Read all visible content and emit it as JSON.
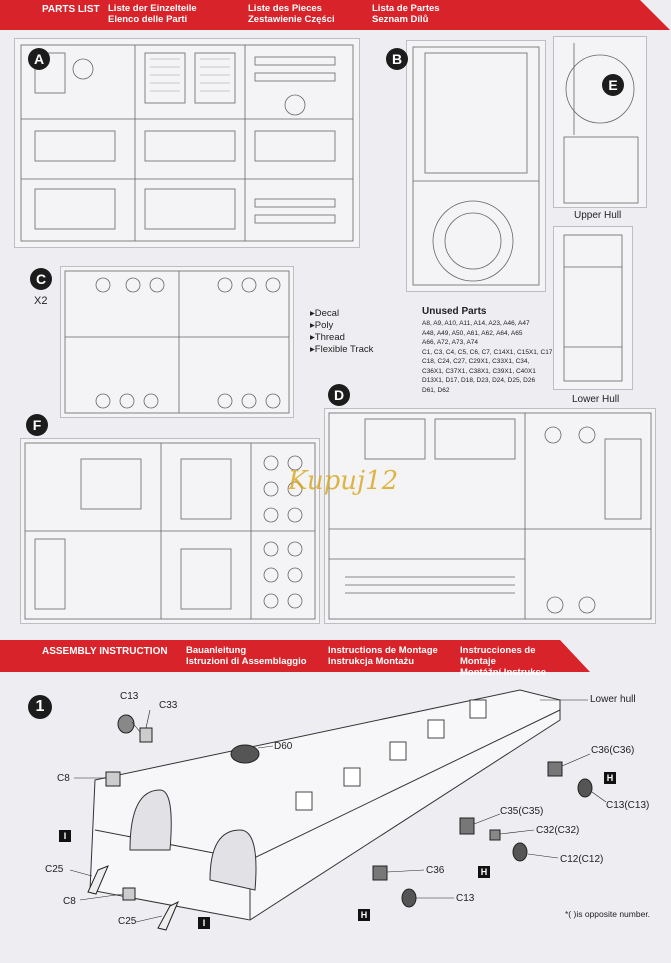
{
  "header": {
    "parts_list": [
      "PARTS LIST"
    ],
    "col1": [
      "Liste der Einzelteile",
      "Elenco delle Parti"
    ],
    "col2": [
      "Liste des Pieces",
      "Zestawienie Części"
    ],
    "col3": [
      "Lista de Partes",
      "Seznam Dílů"
    ]
  },
  "sprues": {
    "a": "A",
    "b": "B",
    "c": "C",
    "c_qty": "X2",
    "d": "D",
    "e": "E",
    "f": "F",
    "upper_hull": "Upper Hull",
    "lower_hull": "Lower Hull"
  },
  "legend": {
    "items": [
      "Decal",
      "Poly",
      "Thread",
      "Flexible Track"
    ]
  },
  "unused": {
    "title": "Unused Parts",
    "lines": [
      "A8, A9, A10, A11, A14, A23, A46, A47",
      "A48, A49, A50, A61, A62, A64, A65",
      "A66, A72, A73, A74",
      "C1, C3, C4, C5, C6, C7, C14X1, C15X1, C17",
      "C18, C24, C27, C29X1, C33X1, C34,",
      "C36X1, C37X1, C38X1, C39X1, C40X1",
      "D13X1, D17, D18, D23, D24, D25, D26",
      "D61, D62"
    ]
  },
  "watermark": "Kupuj12",
  "assembly": {
    "title": "ASSEMBLY INSTRUCTION",
    "col1": [
      "Bauanleitung",
      "Istruzioni di Assemblaggio"
    ],
    "col2": [
      "Instructions de Montage",
      "Instrukcja Montażu"
    ],
    "col3": [
      "Instrucciones de Montaje",
      "Montážní Instrukce"
    ]
  },
  "step": {
    "number": "1",
    "labels": {
      "c13_top": "C13",
      "c33": "C33",
      "d60": "D60",
      "c8_top": "C8",
      "c25_mid": "C25",
      "c8_bot": "C8",
      "c25_bot": "C25",
      "lower_hull": "Lower hull",
      "c36_pair": "C36(C36)",
      "c13_pair": "C13(C13)",
      "c35_pair": "C35(C35)",
      "c32_pair": "C32(C32)",
      "c12_pair": "C12(C12)",
      "c36": "C36",
      "c13_bot": "C13",
      "h": "H",
      "i": "I"
    },
    "note": "*(   )is opposite number."
  }
}
